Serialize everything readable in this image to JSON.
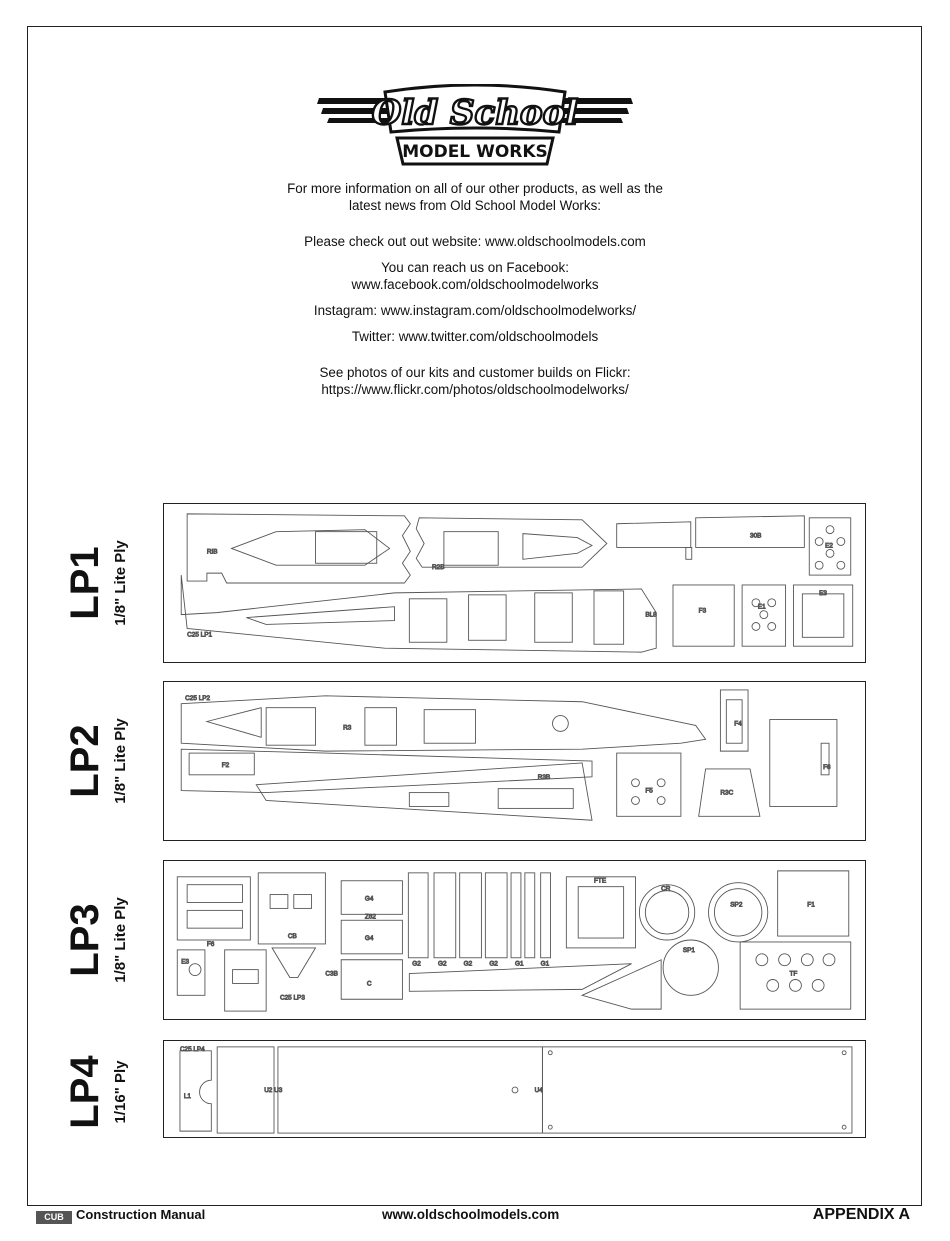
{
  "logo": {
    "script_text": "Old School",
    "banner_text": "MODEL WORKS"
  },
  "info": {
    "intro_line1": "For more information on all of our other products, as well as the",
    "intro_line2": "latest news from Old School Model Works:",
    "website": "Please check out out website: www.oldschoolmodels.com",
    "facebook_line1": "You can reach us on Facebook:",
    "facebook_line2": "www.facebook.com/oldschoolmodelworks",
    "instagram": "Instagram: www.instagram.com/oldschoolmodelworks/",
    "twitter": "Twitter: www.twitter.com/oldschoolmodels",
    "flickr_line1": "See photos of our kits and customer builds on Flickr:",
    "flickr_line2": "https://www.flickr.com/photos/oldschoolmodelworks/"
  },
  "sheets": [
    {
      "code": "LP1",
      "material": "1/8\" Lite Ply",
      "id_label": "C25 LP1",
      "part_labels": [
        "RIB",
        "R2B",
        "30B",
        "E2",
        "F3",
        "E1",
        "E3",
        "BL8"
      ]
    },
    {
      "code": "LP2",
      "material": "1/8\" Lite Ply",
      "id_label": "C25 LP2",
      "part_labels": [
        "F2",
        "R3",
        "R3B",
        "F4",
        "F5",
        "R3C",
        "F6"
      ]
    },
    {
      "code": "LP3",
      "material": "1/8\" Lite Ply",
      "id_label": "C25 LP3",
      "part_labels": [
        "F6",
        "G4",
        "Z62",
        "G4",
        "G2",
        "G2",
        "G2",
        "G2",
        "G1",
        "G1",
        "FTE",
        "CR",
        "SP2",
        "F1",
        "SP1",
        "CB",
        "E3",
        "C",
        "C3B",
        "TF"
      ]
    },
    {
      "code": "LP4",
      "material": "1/16\" Ply",
      "id_label": "C25 LP4",
      "part_labels": [
        "L1",
        "U2 U3",
        "U4"
      ]
    }
  ],
  "footer": {
    "badge": "CUB",
    "manual": "Construction Manual",
    "website": "www.oldschoolmodels.com",
    "appendix": "APPENDIX A"
  }
}
